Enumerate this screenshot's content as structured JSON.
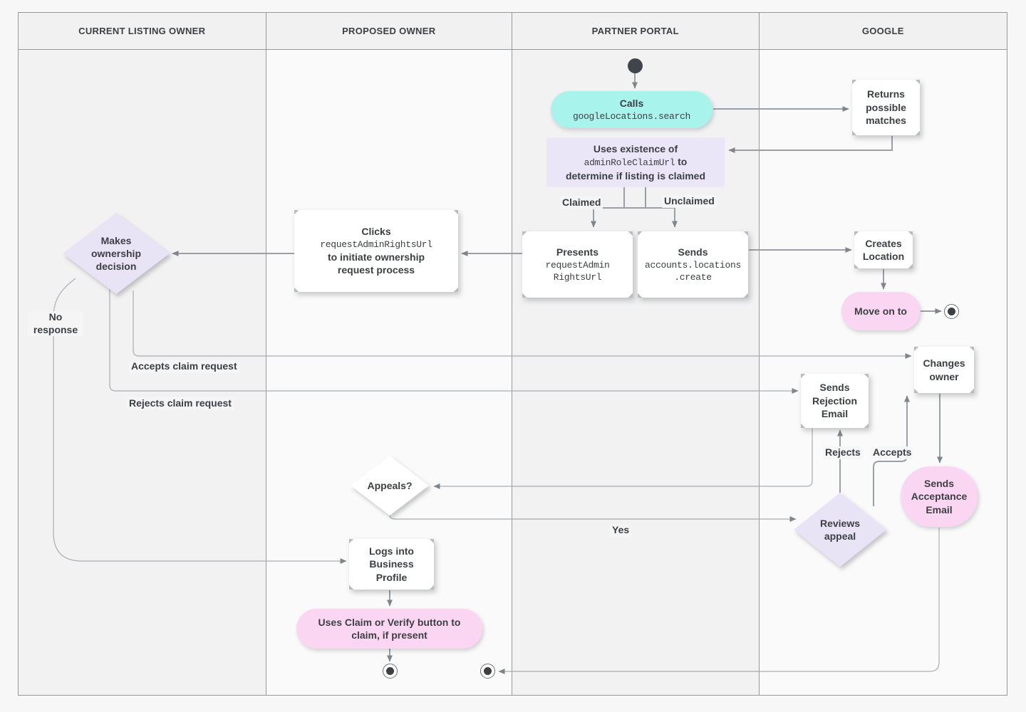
{
  "lanes": [
    {
      "label": "CURRENT LISTING OWNER"
    },
    {
      "label": "PROPOSED OWNER"
    },
    {
      "label": "PARTNER PORTAL"
    },
    {
      "label": "GOOGLE"
    }
  ],
  "nodes": {
    "calls": {
      "title": "Calls",
      "code": "googleLocations.search"
    },
    "returns_matches": {
      "text": "Returns possible matches"
    },
    "uses_existence": {
      "line1": "Uses existence of",
      "code": "adminRoleClaimUrl",
      "bold_suffix": " to",
      "line3": "determine if listing is claimed"
    },
    "presents": {
      "title": "Presents",
      "code_lines": [
        "requestAdmin",
        "RightsUrl"
      ]
    },
    "sends_create": {
      "title": "Sends",
      "code_lines": [
        "accounts.locations",
        ".create"
      ]
    },
    "clicks": {
      "title": "Clicks",
      "code": "requestAdminRightsUrl",
      "rest": "to initiate ownership request process"
    },
    "makes_decision": {
      "text": "Makes ownership decision"
    },
    "creates_location": {
      "text": "Creates Location"
    },
    "move_on": {
      "text": "Move on to"
    },
    "changes_owner": {
      "text": "Changes owner"
    },
    "sends_rejection": {
      "text": "Sends Rejection Email"
    },
    "sends_acceptance": {
      "text": "Sends Acceptance Email"
    },
    "reviews_appeal": {
      "text": "Reviews appeal"
    },
    "appeals": {
      "text": "Appeals?"
    },
    "logs_in": {
      "text": "Logs into Business Profile"
    },
    "claim_verify": {
      "text": "Uses Claim or Verify button to claim, if present"
    }
  },
  "edge_labels": {
    "claimed": "Claimed",
    "unclaimed": "Unclaimed",
    "no_response": "No response",
    "accepts_claim": "Accepts claim request",
    "rejects_claim": "Rejects claim request",
    "rejects": "Rejects",
    "accepts": "Accepts",
    "yes": "Yes"
  },
  "colors": {
    "teal": "#a8f3eb",
    "lavender": "#ebe6f7",
    "pink": "#fbd6f3",
    "line": "#9aa0a6",
    "text": "#3c4043"
  }
}
